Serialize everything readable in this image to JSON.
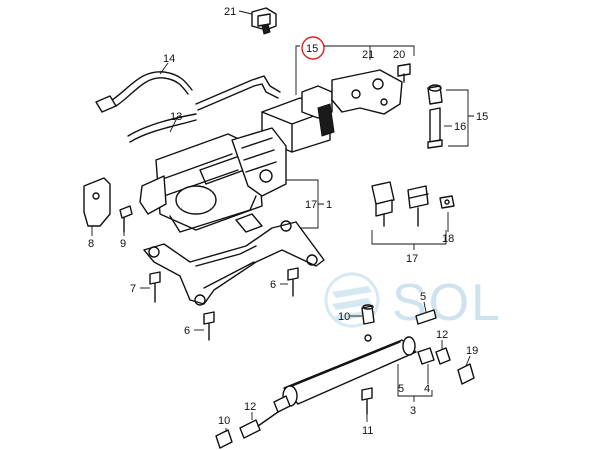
{
  "callouts": {
    "n21_top": "21",
    "n15_circled": "15",
    "n21_bracket": "21",
    "n20": "20",
    "n14": "14",
    "n13": "13",
    "n15_right": "15",
    "n16": "16",
    "n17_mid": "17",
    "n1": "1",
    "n8": "8",
    "n9": "9",
    "n18": "18",
    "n17_bottom": "17",
    "n7": "7",
    "n6_right": "6",
    "n6_left": "6",
    "n10_mid": "10",
    "n5_top": "5",
    "n12_right": "12",
    "n19": "19",
    "n5_bottom": "5",
    "n4": "4",
    "n3": "3",
    "n11": "11",
    "n10_bottom": "10",
    "n12_bottom": "12"
  },
  "watermark": {
    "text": "SOL",
    "color": "#cfe3ee"
  },
  "highlight_color": "#e02020"
}
